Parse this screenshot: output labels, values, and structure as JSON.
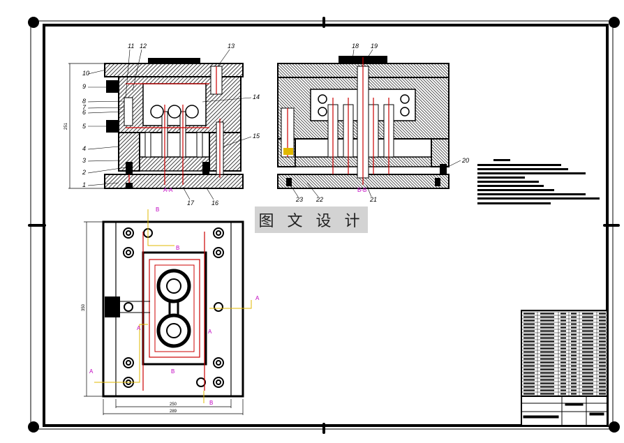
{
  "drawing": {
    "section_aa": "A-A",
    "section_bb": "B-B",
    "callouts_left": [
      "1",
      "2",
      "3",
      "4",
      "5",
      "6",
      "7",
      "8",
      "9",
      "10",
      "11",
      "12",
      "13",
      "14",
      "15",
      "16",
      "17"
    ],
    "callouts_right": [
      "18",
      "19",
      "20",
      "21",
      "22",
      "23"
    ],
    "section_markers": {
      "a": "A",
      "b": "B"
    },
    "dims": {
      "height_left": "251",
      "height_plan": "350",
      "width_plan_inner": "250",
      "width_plan_outer": "289"
    },
    "title_block": {
      "label": "BOM / title block"
    },
    "watermark": "图 文 设 计"
  },
  "colors": {
    "line": "#000000",
    "hatch": "#111111",
    "red": "#cc0000",
    "magenta": "#c000c0",
    "yellow": "#e0b800"
  }
}
